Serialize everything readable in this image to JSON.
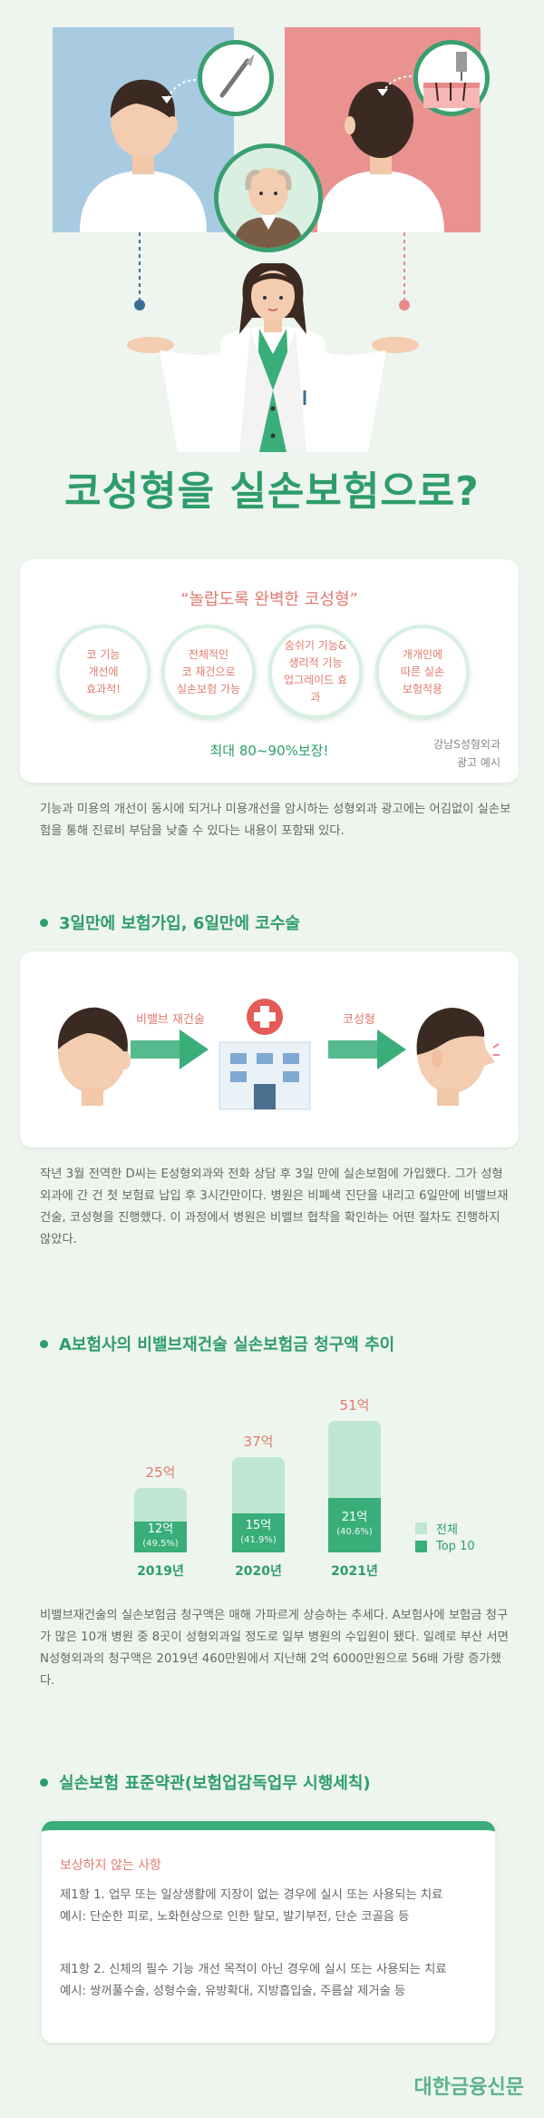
{
  "title": "코성형을 실손보험으로?",
  "ad": {
    "quote": "“놀랍도록 완벽한 코성형”",
    "features": [
      "코 기능\n개선에\n효과적!",
      "전체적인\n코 재건으로\n실손보험 가능",
      "숨쉬기 기능&\n생리적 기능\n업그레이드 효과",
      "개개인에\n따른 실손\n보험적용"
    ],
    "guarantee": "최대 80~90%보장!",
    "source": "강남S성형외과\n광고 예시"
  },
  "intro_text": "기능과 미용의 개선이 동시에 되거나 미용개선을 암시하는 성형외과 광고에는 어김없이 실손보험을 통해 진료비 부담을 낮출 수 있다는 내용이 포함돼 있다.",
  "section1": {
    "heading": "3일만에 보험가입, 6일만에 코수술",
    "flow_label_1": "비밸브 재건술",
    "flow_label_2": "코성형",
    "text": "작년 3월 전역한 D씨는 E성형외과와 전화 상담 후 3일 만에 실손보험에 가입했다. 그가 성형외과에 간 건 첫 보험료 납입 후 3시간만이다. 병원은 비폐색 진단을 내리고 6일만에 비밸브재건술, 코성형을 진행했다. 이 과정에서 병원은 비밸브 협착을 확인하는 어떤 절차도 진행하지 않았다."
  },
  "section2": {
    "heading": "A보험사의 비밸브재건술 실손보험금 청구액 추이",
    "text": "비밸브재건술의 실손보험금 청구액은 매해 가파르게 상승하는 추세다. A보험사에 보험금 청구가 많은 10개 병원 중 8곳이 성형외과일 정도로 일부 병원의 수입원이 됐다. 일례로 부산 서면 N성형외과의 청구액은 2019년 460만원에서 지난해 2억 6000만원으로 56배 가량 증가했다."
  },
  "chart_data": {
    "type": "bar",
    "categories": [
      "2019년",
      "2020년",
      "2021년"
    ],
    "series": [
      {
        "name": "전체",
        "values": [
          25,
          37,
          51
        ],
        "labels": [
          "25억",
          "37억",
          "51억"
        ]
      },
      {
        "name": "Top 10",
        "values": [
          12,
          15,
          21
        ],
        "labels": [
          "12억",
          "15억",
          "21억"
        ],
        "share_labels": [
          "(49.5%)",
          "(41.9%)",
          "(40.6%)"
        ]
      }
    ],
    "unit": "억",
    "legend_position": "right",
    "colors": {
      "total": "#bfe6d4",
      "top10": "#3aae78"
    }
  },
  "section3": {
    "heading": "실손보험 표준약관(보험업감독업무 시행세칙)",
    "box_heading": "보상하지 않는 사항",
    "clause1": "제1항 1. 업무 또는 일상생활에 지장이 없는 경우에 실시 또는 사용되는 치료\n 예시: 단순한 피로, 노화현상으로 인한 탈모, 발기부전, 단순 코골음 등",
    "clause2": "제1항 2. 신체의 필수 기능 개선 목적이 아닌 경우에 실시 또는 사용되는 치료\n 예시: 쌍꺼풀수술, 성형수술, 유방확대, 지방흡입술, 주름살 제거술 등"
  },
  "footer": {
    "brand": "대한금융신문"
  },
  "colors": {
    "accent": "#2e9d6a",
    "coral": "#e27a6e",
    "background": "#eef5ee"
  }
}
